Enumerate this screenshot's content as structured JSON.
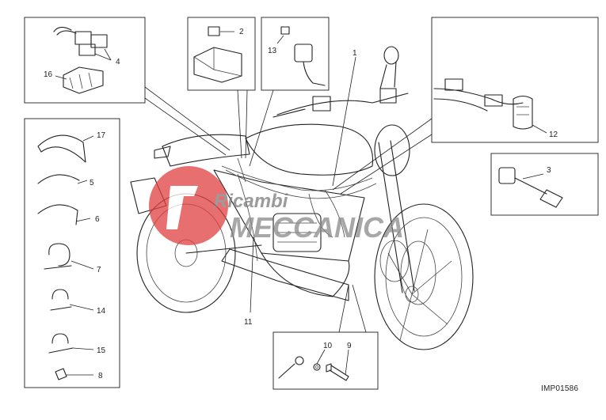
{
  "diagram": {
    "figure_code": "IMP01586",
    "watermark": {
      "line1": "Ricambi",
      "line2": "MECCANICA",
      "color": "#e04040"
    },
    "callouts": [
      {
        "id": "c1",
        "label": "1"
      },
      {
        "id": "c2",
        "label": "2"
      },
      {
        "id": "c3",
        "label": "3"
      },
      {
        "id": "c4",
        "label": "4"
      },
      {
        "id": "c5",
        "label": "5"
      },
      {
        "id": "c6",
        "label": "6"
      },
      {
        "id": "c7",
        "label": "7"
      },
      {
        "id": "c8",
        "label": "8"
      },
      {
        "id": "c9",
        "label": "9"
      },
      {
        "id": "c10",
        "label": "10"
      },
      {
        "id": "c11",
        "label": "11"
      },
      {
        "id": "c12",
        "label": "12"
      },
      {
        "id": "c13",
        "label": "13"
      },
      {
        "id": "c14",
        "label": "14"
      },
      {
        "id": "c15",
        "label": "15"
      },
      {
        "id": "c16",
        "label": "16"
      },
      {
        "id": "c17",
        "label": "17"
      }
    ]
  }
}
